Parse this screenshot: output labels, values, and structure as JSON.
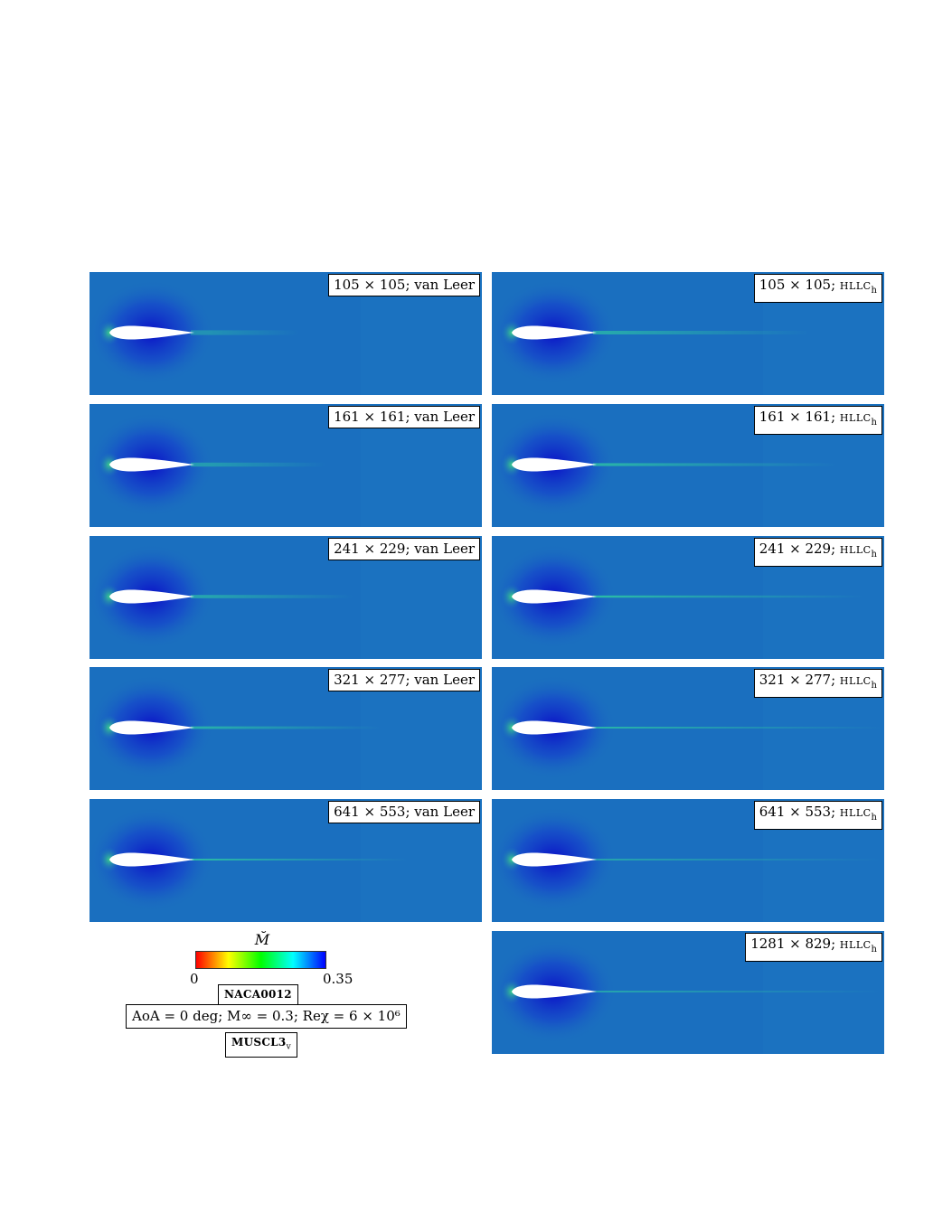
{
  "panels": [
    {
      "label": "105 × 105; van Leer",
      "scheme": "vanleer",
      "res": 1
    },
    {
      "label": "105 × 105; ",
      "label_sc": "HLLC",
      "label_sub": "h",
      "scheme": "hllc",
      "res": 1
    },
    {
      "label": "161 × 161; van Leer",
      "scheme": "vanleer",
      "res": 2
    },
    {
      "label": "161 × 161; ",
      "label_sc": "HLLC",
      "label_sub": "h",
      "scheme": "hllc",
      "res": 2
    },
    {
      "label": "241 × 229; van Leer",
      "scheme": "vanleer",
      "res": 3
    },
    {
      "label": "241 × 229; ",
      "label_sc": "HLLC",
      "label_sub": "h",
      "scheme": "hllc",
      "res": 3
    },
    {
      "label": "321 × 277; van Leer",
      "scheme": "vanleer",
      "res": 4
    },
    {
      "label": "321 × 277; ",
      "label_sc": "HLLC",
      "label_sub": "h",
      "scheme": "hllc",
      "res": 4
    },
    {
      "label": "641 × 553; van Leer",
      "scheme": "vanleer",
      "res": 5
    },
    {
      "label": "641 × 553; ",
      "label_sc": "HLLC",
      "label_sub": "h",
      "scheme": "hllc",
      "res": 5
    },
    {
      "label": "1281 × 829; ",
      "label_sc": "HLLC",
      "label_sub": "h",
      "scheme": "hllc",
      "res": 6
    }
  ],
  "colorbar": {
    "title": "M̆",
    "min_label": "0",
    "max_label": "0.35",
    "min": 0,
    "max": 0.35,
    "colormap": [
      "#ff0000",
      "#ffff00",
      "#00ff00",
      "#00ffff",
      "#0000ff"
    ]
  },
  "annotations": {
    "airfoil": "NACA0012",
    "conditions": "AoA = 0 deg; M∞ = 0.3; Reχ = 6 × 10⁶",
    "scheme": "MUSCL3",
    "scheme_sub": "v"
  },
  "colors": {
    "freestream": "#1a6fbf",
    "suction": "#0a10c8",
    "wake": "#2fd0a0"
  }
}
